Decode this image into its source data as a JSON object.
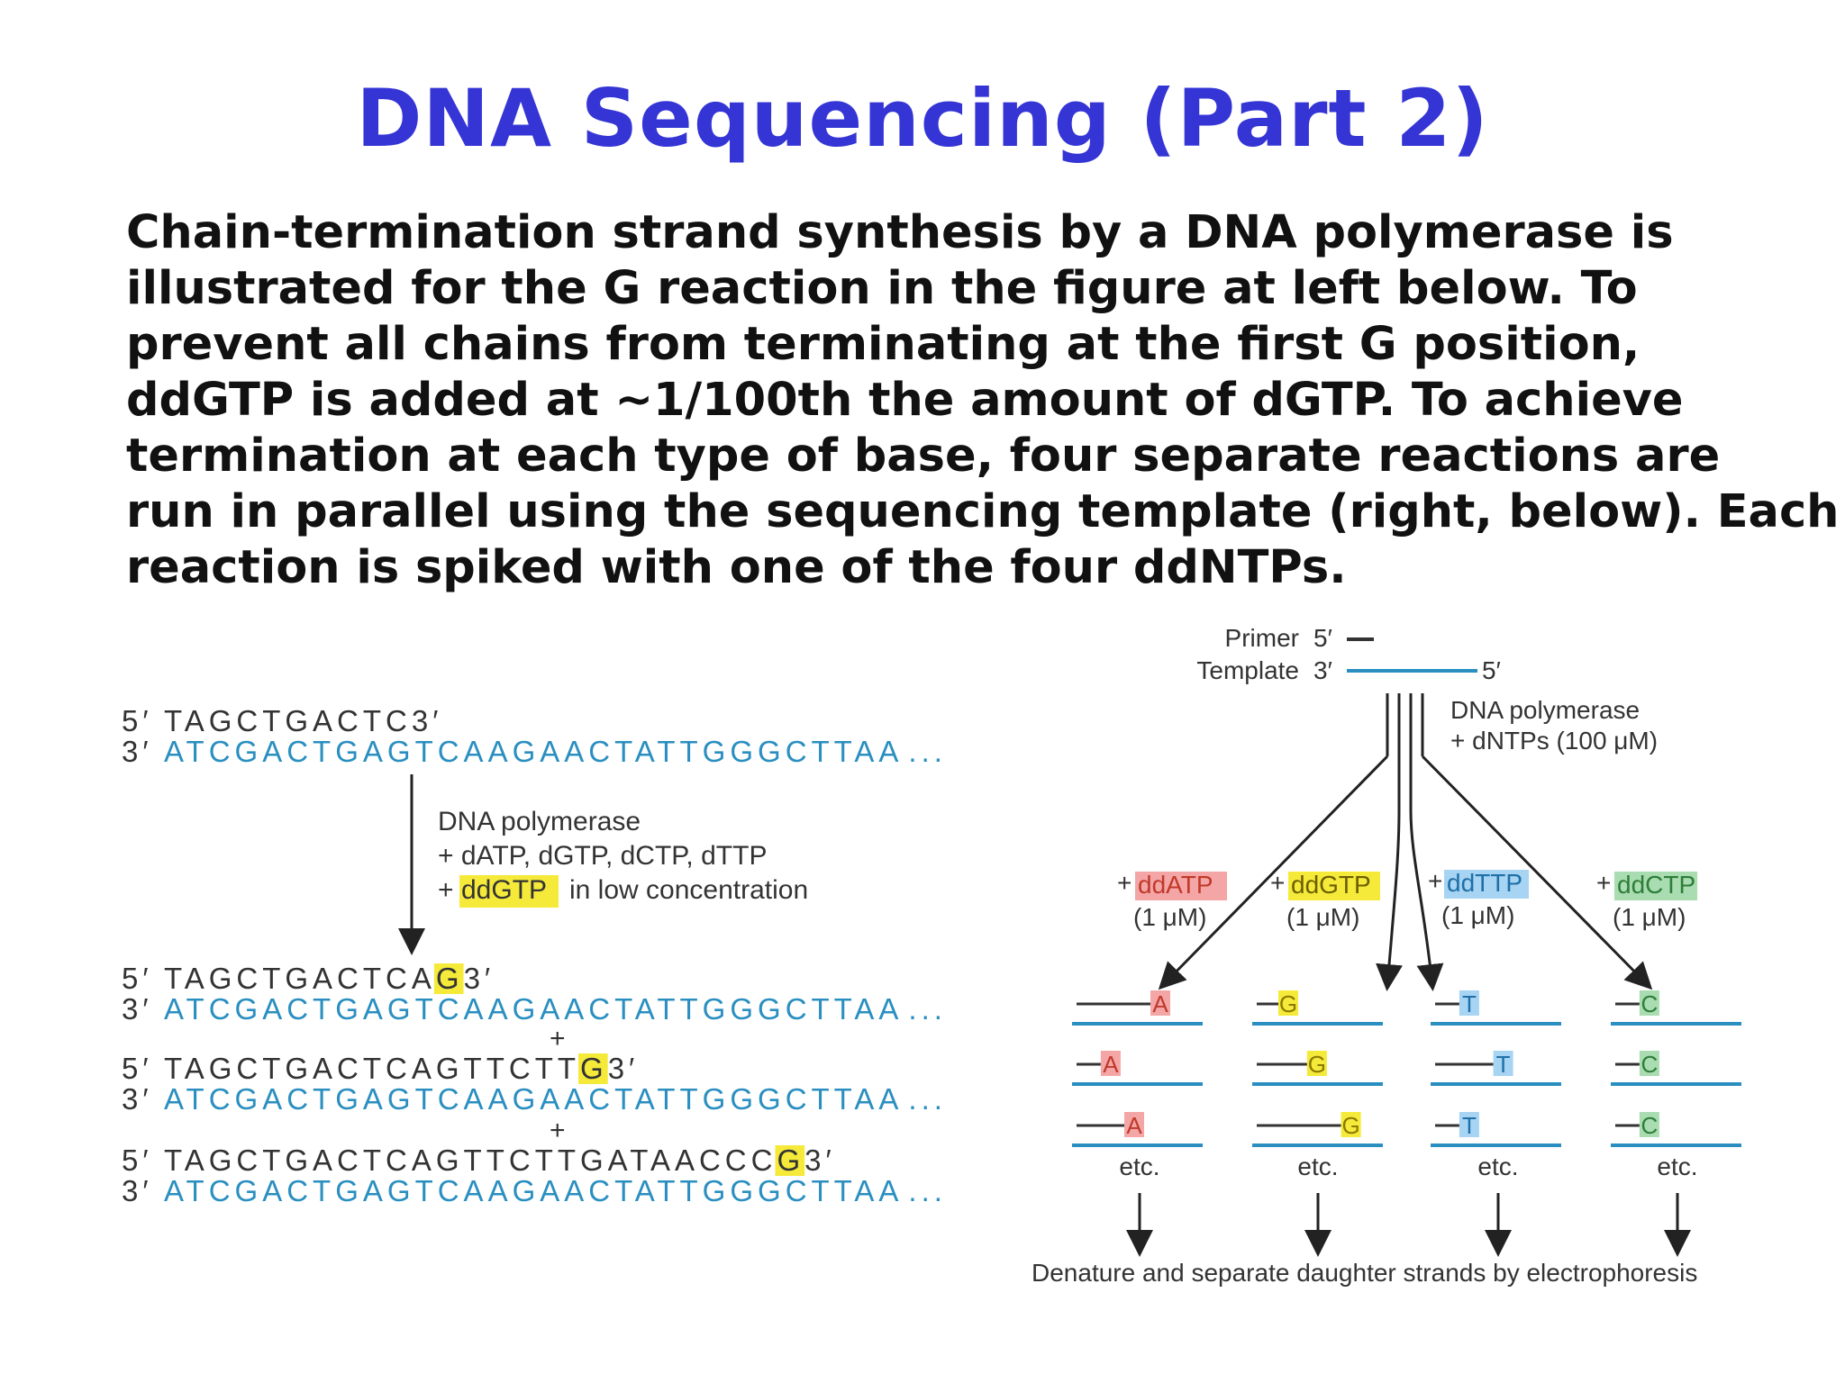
{
  "title": "DNA Sequencing (Part 2)",
  "paragraph_lines": [
    "Chain-termination strand synthesis by a DNA polymerase is",
    "illustrated for the G reaction in the figure at left below. To",
    "prevent all chains from terminating at the first G position,",
    "ddGTP is added at ~1/100th the amount of dGTP. To achieve",
    "termination at each type of base, four separate reactions are",
    "run in parallel using the sequencing template (right, below). Each",
    "reaction is spiked with one of the four ddNTPs."
  ],
  "left_figure": {
    "five_prime": "5′",
    "three_prime": "3′",
    "primer_seq": "TAGCTGACTC",
    "template_seq": "ATCGACTGAGTCAAGAACTATTGGGCTTAA",
    "ellipsis": "...",
    "enzyme_label": "DNA polymerase",
    "dntps_label": "+ dATP, dGTP, dCTP, dTTP",
    "ddgtp_plus": "+",
    "ddgtp_label": "ddGTP",
    "ddgtp_suffix": "in low concentration",
    "plus": "+",
    "products": [
      {
        "seq": "TAGCTGACTCA",
        "term": "G"
      },
      {
        "seq": "TAGCTGACTCAGTTCTT",
        "term": "G"
      },
      {
        "seq": "TAGCTGACTCAGTTCTTGATAACCC",
        "term": "G"
      }
    ]
  },
  "right_figure": {
    "primer_label": "Primer",
    "template_label": "Template",
    "five_prime": "5′",
    "three_prime": "3′",
    "enzyme_label": "DNA polymerase",
    "dntps_label": "+ dNTPs (100 μM)",
    "reactions": [
      {
        "prefix": "+",
        "dd": "ddATP",
        "conc": "(1 μM)",
        "base": "A",
        "color": "#f4a6a6",
        "text_color": "#c0392b"
      },
      {
        "prefix": "+",
        "dd": "ddGTP",
        "conc": "(1 μM)",
        "base": "G",
        "color": "#f5ea3a",
        "text_color": "#8a7a00"
      },
      {
        "prefix": "+",
        "dd": "ddTTP",
        "conc": "(1 μM)",
        "base": "T",
        "color": "#a6d4f2",
        "text_color": "#1f6fa8"
      },
      {
        "prefix": "+",
        "dd": "ddCTP",
        "conc": "(1 μM)",
        "base": "C",
        "color": "#a9dcb0",
        "text_color": "#2e7d3a"
      }
    ],
    "etc_label": "etc.",
    "bottom_label": "Denature and separate daughter strands by electrophoresis"
  },
  "colors": {
    "title": "#3535d6",
    "template_strand": "#2a8fc0",
    "primer_strand": "#333333",
    "highlight_yellow": "#f5ea3a"
  }
}
